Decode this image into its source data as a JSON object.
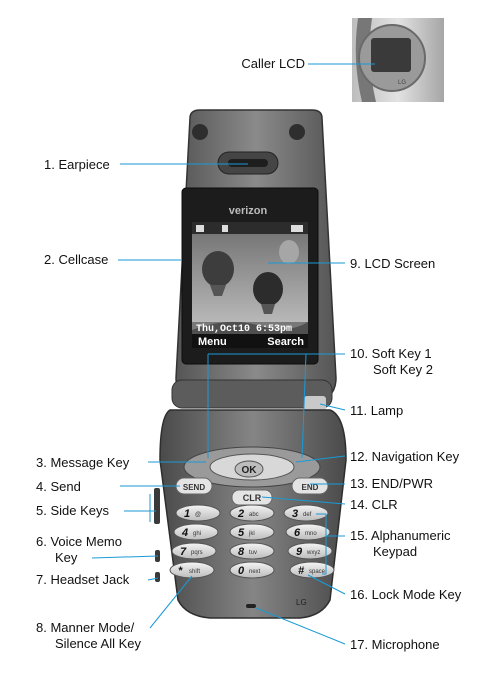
{
  "labels": {
    "caller_lcd": "Caller LCD",
    "earpiece": "1. Earpiece",
    "cellcase": "2. Cellcase",
    "message_key": "3. Message Key",
    "send": "4. Send",
    "side_keys": "5. Side Keys",
    "voice_memo_l1": "6. Voice Memo",
    "voice_memo_l2": "Key",
    "headset_jack": "7. Headset Jack",
    "manner_l1": "8. Manner Mode/",
    "manner_l2": "Silence All Key",
    "lcd_screen": "9. LCD Screen",
    "soft_key_1": "10. Soft Key 1",
    "soft_key_2": "Soft Key 2",
    "lamp": "11. Lamp",
    "navigation_key": "12. Navigation Key",
    "end_pwr": "13. END/PWR",
    "clr": "14. CLR",
    "alpha_l1": "15. Alphanumeric",
    "alpha_l2": "Keypad",
    "lock_mode": "16. Lock Mode Key",
    "microphone": "17. Microphone"
  },
  "phone": {
    "brand": "verizon",
    "screen_datetime": "Thu,Oct10 6:53pm",
    "softkey_left": "Menu",
    "softkey_right": "Search",
    "ok_label": "OK",
    "send_label": "SEND",
    "end_label": "END",
    "clr_label": "CLR",
    "lg_logo": "LG",
    "keys": [
      {
        "digit": "1",
        "letters": "@"
      },
      {
        "digit": "2",
        "letters": "abc"
      },
      {
        "digit": "3",
        "letters": "def"
      },
      {
        "digit": "4",
        "letters": "ghi"
      },
      {
        "digit": "5",
        "letters": "jkl"
      },
      {
        "digit": "6",
        "letters": "mno"
      },
      {
        "digit": "7",
        "letters": "pqrs"
      },
      {
        "digit": "8",
        "letters": "tuv"
      },
      {
        "digit": "9",
        "letters": "wxyz"
      },
      {
        "digit": "*",
        "letters": "shift"
      },
      {
        "digit": "0",
        "letters": "next"
      },
      {
        "digit": "#",
        "letters": "space"
      }
    ]
  },
  "colors": {
    "leader_line": "#1a9ad6",
    "phone_body": "#6d6d6d",
    "screen_sky": "#8d8d8d"
  }
}
